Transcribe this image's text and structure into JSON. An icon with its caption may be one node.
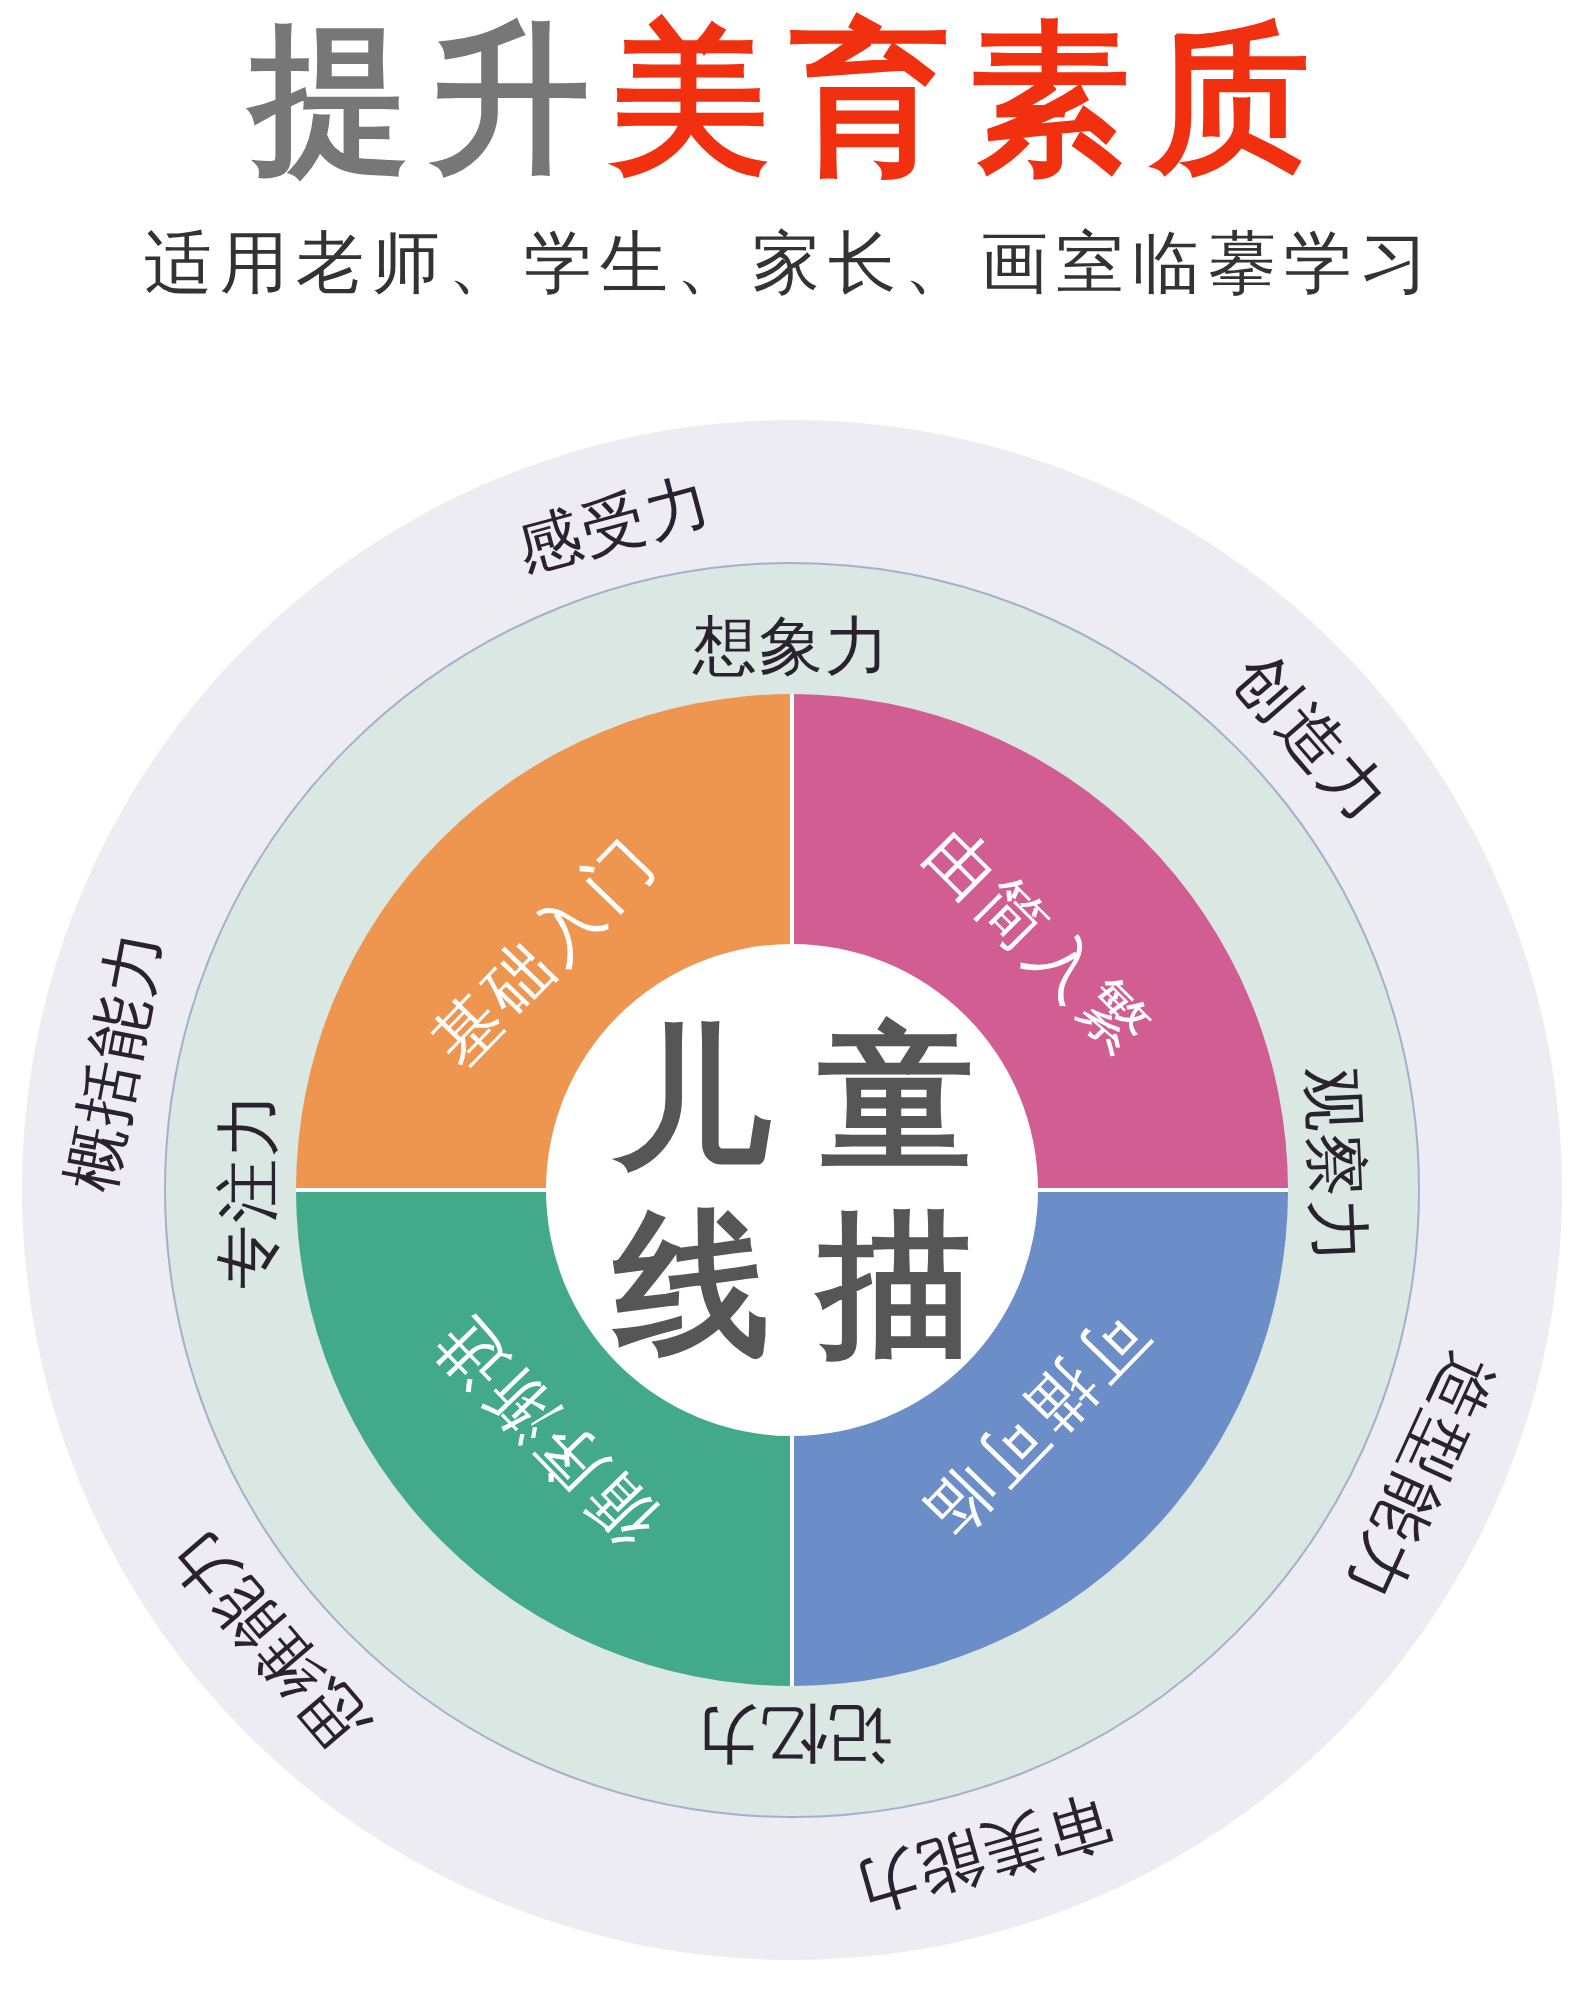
{
  "diagram": {
    "title": "提升美育素质",
    "nodes": [
      {
        "text": [
          "感受力",
          "创造力",
          "造型能力",
          "审美能力",
          "思维能力",
          "概括能力"
        ]
      },
      {
        "text": [
          "想象力",
          "观察力",
          "记忆力",
          "专注力"
        ],
        "in": 0
      },
      {
        "text": [
          "基础入门"
        ],
        "in": 1
      },
      {
        "text": [
          "由简入繁"
        ],
        "in": 1
      },
      {
        "text": [
          "循序渐进"
        ],
        "in": 1
      },
      {
        "text": [
          "可描可临"
        ],
        "in": 1
      },
      {
        "text": [
          "儿童线描"
        ],
        "in": 1
      }
    ],
    "labels": [
      "适用老师、学生、家长、画室临摹学习"
    ]
  }
}
